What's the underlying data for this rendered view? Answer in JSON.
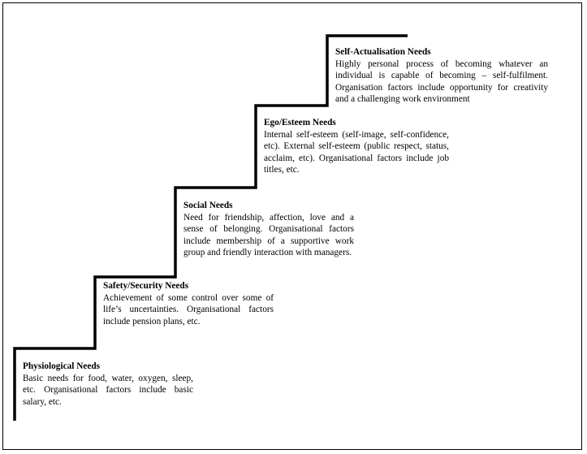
{
  "steps": [
    {
      "title": "Physiological Needs",
      "description": "Basic needs for food, water, oxygen, sleep, etc.  Organisational factors include basic salary, etc."
    },
    {
      "title": "Safety/Security Needs",
      "description": "Achievement of some control over some of life’s uncertainties.   Organisational factors include pension plans, etc."
    },
    {
      "title": "Social Needs",
      "description": "Need for friendship, affection, love and a sense of belonging.   Organisational factors include membership of a supportive work group and friendly interaction with managers."
    },
    {
      "title": "Ego/Esteem Needs",
      "description": "Internal self-esteem (self-image, self-confidence, etc).  External self-esteem (public respect, status, acclaim, etc).  Organisational factors include job titles, etc."
    },
    {
      "title": "Self-Actualisation Needs",
      "description": "Highly personal process of becoming whatever an individual is capable of becoming – self-fulfilment.  Organisation factors include opportunity for creativity and a challenging work environment"
    }
  ]
}
